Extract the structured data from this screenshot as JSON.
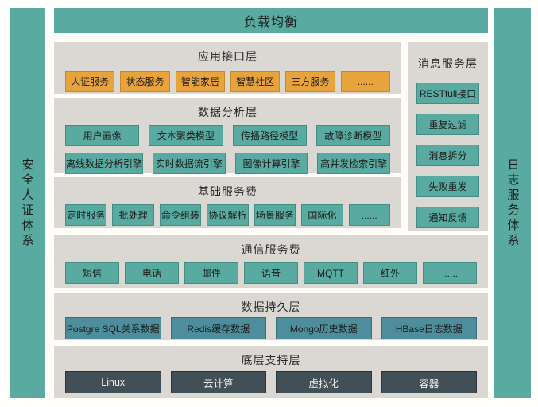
{
  "colors": {
    "teal": "#59aaa0",
    "orange": "#e8a33d",
    "panel_gray": "#dbd8d3",
    "persistence_blue": "#4e8d9b",
    "dark_slate": "#424f56",
    "page_bg": "#fffefa"
  },
  "top_bar": {
    "label": "负载均衡"
  },
  "sidebars": {
    "left": "安全人证体系",
    "right": "日志服务体系"
  },
  "layers": {
    "app_interface": {
      "title": "应用接口层",
      "items": [
        "人证服务",
        "状态服务",
        "智能家居",
        "智慧社区",
        "三方服务",
        "......"
      ]
    },
    "data_analysis": {
      "title": "数据分析层",
      "row1": [
        "用户画像",
        "文本聚类模型",
        "传播路径模型",
        "故障诊断模型"
      ],
      "row2": [
        "离线数据分析引擎",
        "实时数据流引擎",
        "图像计算引擎",
        "高并发检索引擎"
      ]
    },
    "basic_service": {
      "title": "基础服务费",
      "items": [
        "定时服务",
        "批处理",
        "命令组装",
        "协议解析",
        "场景服务",
        "国际化",
        "......"
      ]
    },
    "message_service": {
      "title": "消息服务层",
      "items": [
        "RESTfull接口",
        "重复过滤",
        "消息拆分",
        "失败重发",
        "通知反馈"
      ]
    },
    "communication": {
      "title": "通信服务费",
      "items": [
        "短信",
        "电话",
        "邮件",
        "语音",
        "MQTT",
        "红外",
        "......"
      ]
    },
    "persistence": {
      "title": "数据持久层",
      "items": [
        "Postgre SQL关系数据",
        "Redis缓存数据",
        "Mongo历史数据",
        "HBase日志数据"
      ]
    },
    "support": {
      "title": "底层支持层",
      "items": [
        "Linux",
        "云计算",
        "虚拟化",
        "容器"
      ]
    }
  }
}
